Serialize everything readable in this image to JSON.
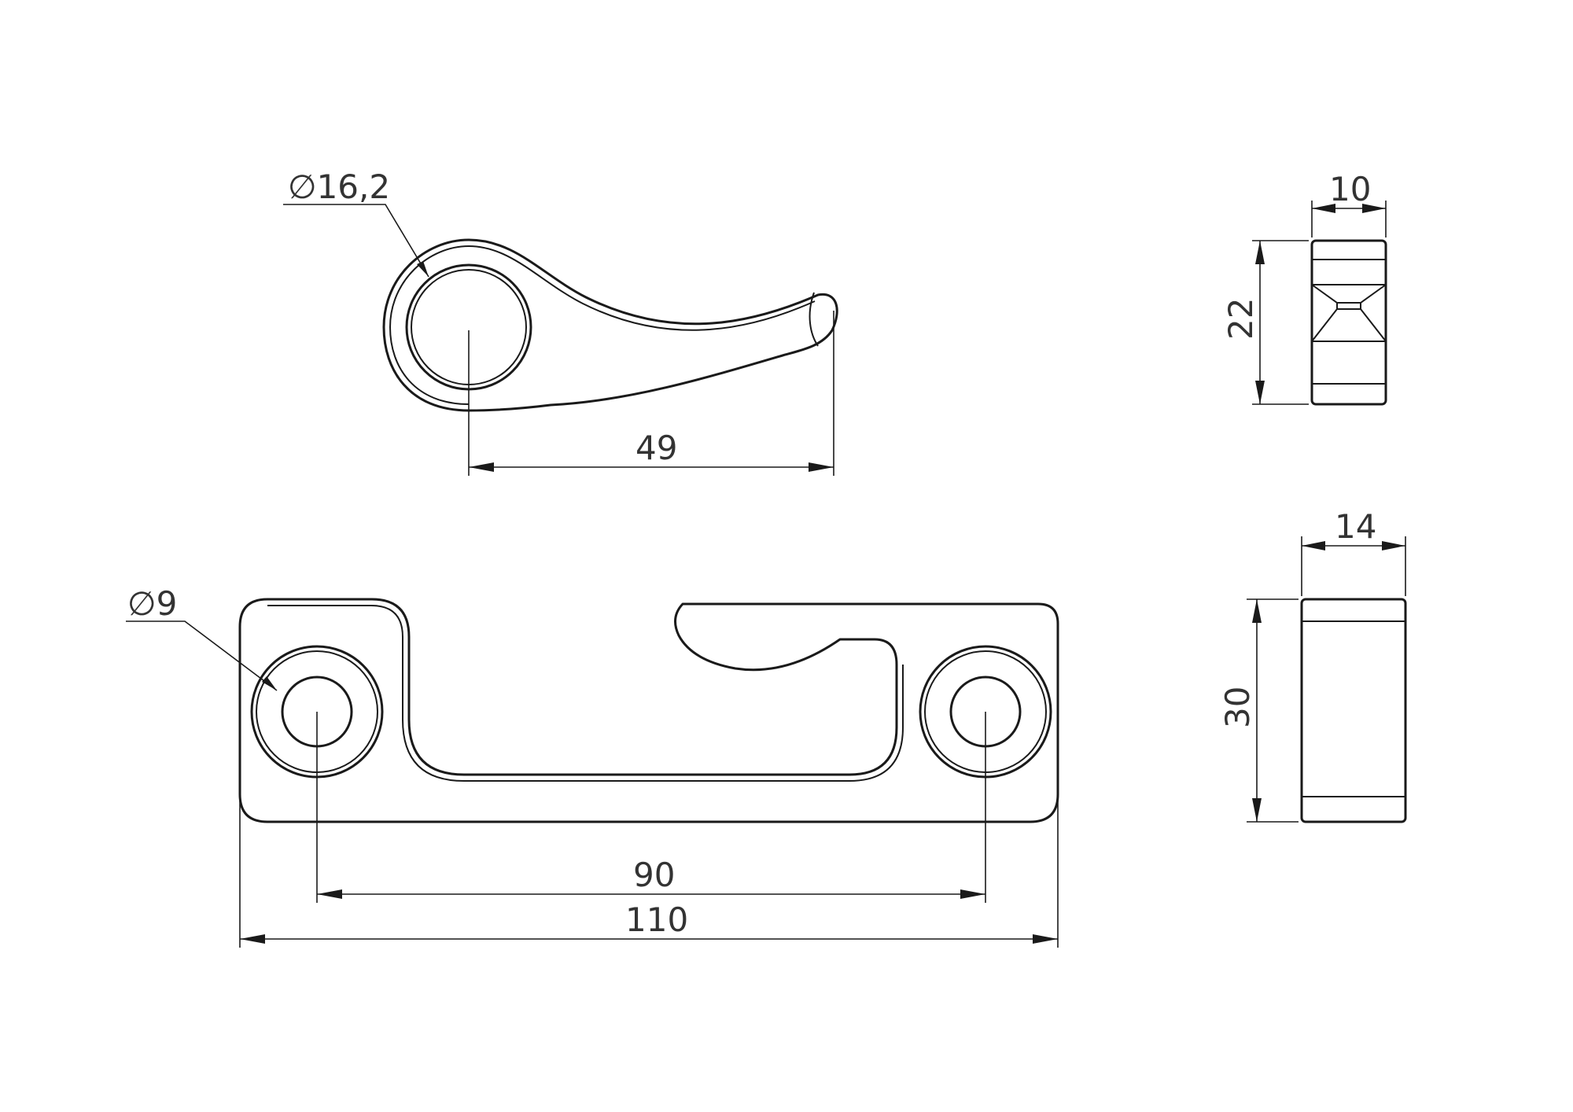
{
  "drawing": {
    "dimensions": {
      "hook_hole_diameter": "∅16,2",
      "hook_length": "49",
      "hook_side_thickness": "10",
      "hook_side_height": "22",
      "plate_hole_diameter": "∅9",
      "plate_hole_spacing": "90",
      "plate_length": "110",
      "plate_side_thickness": "14",
      "plate_side_height": "30"
    },
    "colors": {
      "line": "#1a1a1a",
      "text": "#333333",
      "background": "#ffffff"
    }
  }
}
